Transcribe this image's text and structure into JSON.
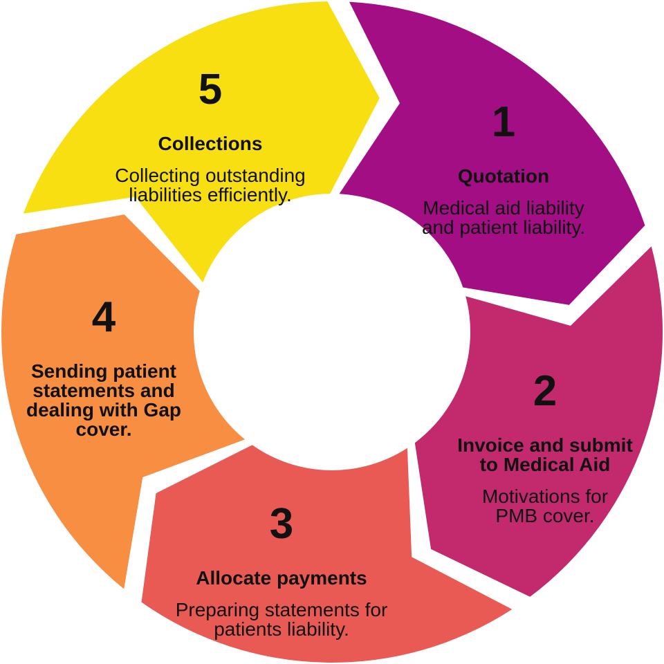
{
  "diagram": {
    "type": "cycle-arrow-wheel",
    "background": "#ffffff",
    "text_color": "#111111",
    "segments": [
      {
        "number": "1",
        "title": "Quotation",
        "description": "Medical aid liability\nand patient liability.",
        "color": "#a40e85"
      },
      {
        "number": "2",
        "title": "Invoice and submit\nto Medical Aid",
        "description": "Motivations for\nPMB cover.",
        "color": "#c32a6e"
      },
      {
        "number": "3",
        "title": "Allocate payments",
        "description": "Preparing statements for\npatients liability.",
        "color": "#ea5a55"
      },
      {
        "number": "4",
        "title": "Sending patient\nstatements and\ndealing with Gap\ncover.",
        "description": "",
        "color": "#f78e41"
      },
      {
        "number": "5",
        "title": "Collections",
        "description": "Collecting outstanding\nliabilities efficiently.",
        "color": "#f7df12"
      }
    ]
  }
}
